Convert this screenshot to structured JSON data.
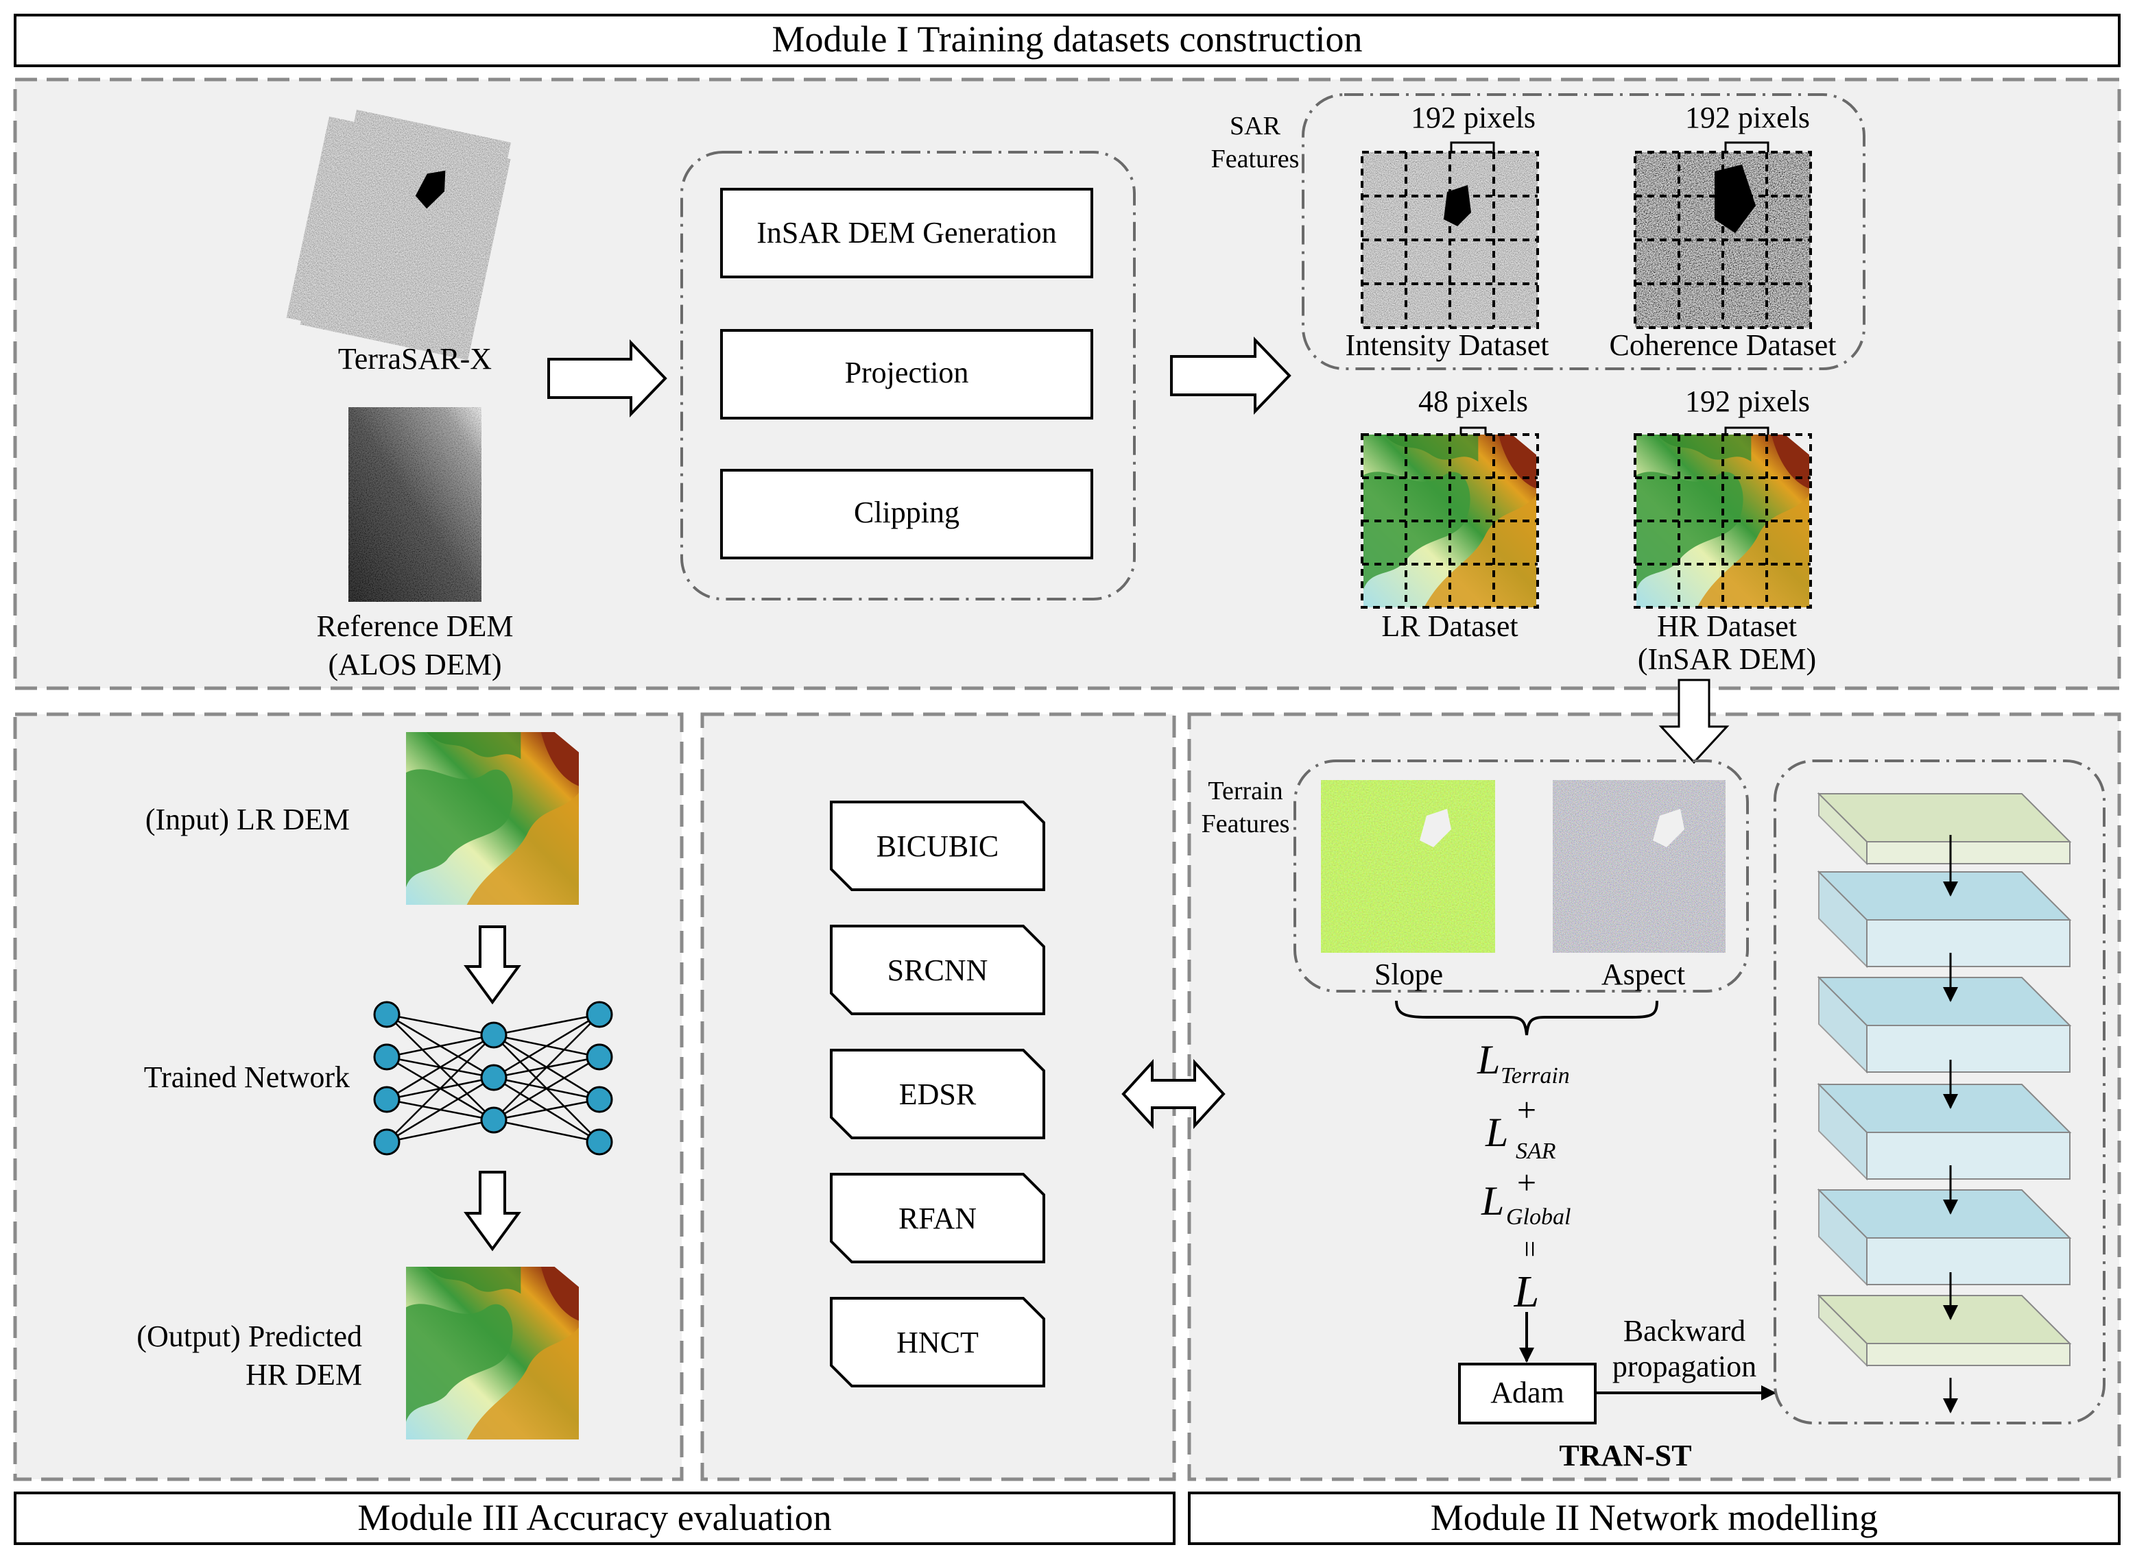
{
  "modules": {
    "module1_title": "Module I  Training datasets construction",
    "module2_title": "Module II  Network modelling",
    "module3_title": "Module III  Accuracy evaluation"
  },
  "inputs": {
    "terrasar_label": "TerraSAR-X",
    "reference_dem_line1": "Reference DEM",
    "reference_dem_line2": "(ALOS DEM)"
  },
  "processing_steps": [
    "InSAR DEM Generation",
    "Projection",
    "Clipping"
  ],
  "sar_features": {
    "group_label_line1": "SAR",
    "group_label_line2": "Features",
    "intensity": {
      "pixels": "192 pixels",
      "label": "Intensity Dataset"
    },
    "coherence": {
      "pixels": "192 pixels",
      "label": "Coherence Dataset"
    }
  },
  "dem_datasets": {
    "lr": {
      "pixels": "48 pixels",
      "label": "LR Dataset"
    },
    "hr": {
      "pixels": "192 pixels",
      "label_line1": "HR Dataset",
      "label_line2": "(InSAR DEM)"
    }
  },
  "terrain_features": {
    "group_label_line1": "Terrain",
    "group_label_line2": "Features",
    "slope": "Slope",
    "aspect": "Aspect"
  },
  "loss": {
    "l": "L",
    "terrain_sub": "Terrain",
    "sar_sub": "SAR",
    "global_sub": "Global",
    "plus": "+",
    "equals": "="
  },
  "optimizer": {
    "adam": "Adam",
    "backward_line1": "Backward",
    "backward_line2": "propagation",
    "network_name": "TRAN-ST"
  },
  "evaluation": {
    "input_label": "(Input) LR DEM",
    "network_label": "Trained Network",
    "output_line1": "(Output) Predicted",
    "output_line2": "HR DEM"
  },
  "methods": [
    "BICUBIC",
    "SRCNN",
    "EDSR",
    "RFAN",
    "HNCT"
  ],
  "colors": {
    "panel_fill": "#f0f0f0",
    "dashed_border": "#8a8a8a",
    "neuron_fill": "#2e9ec4",
    "layer_green": "#d8e5c2",
    "layer_blue": "#b8dce6",
    "dem_low": "#a9e0e8",
    "dem_mid": "#3c9a3c",
    "dem_high": "#b8860b"
  }
}
